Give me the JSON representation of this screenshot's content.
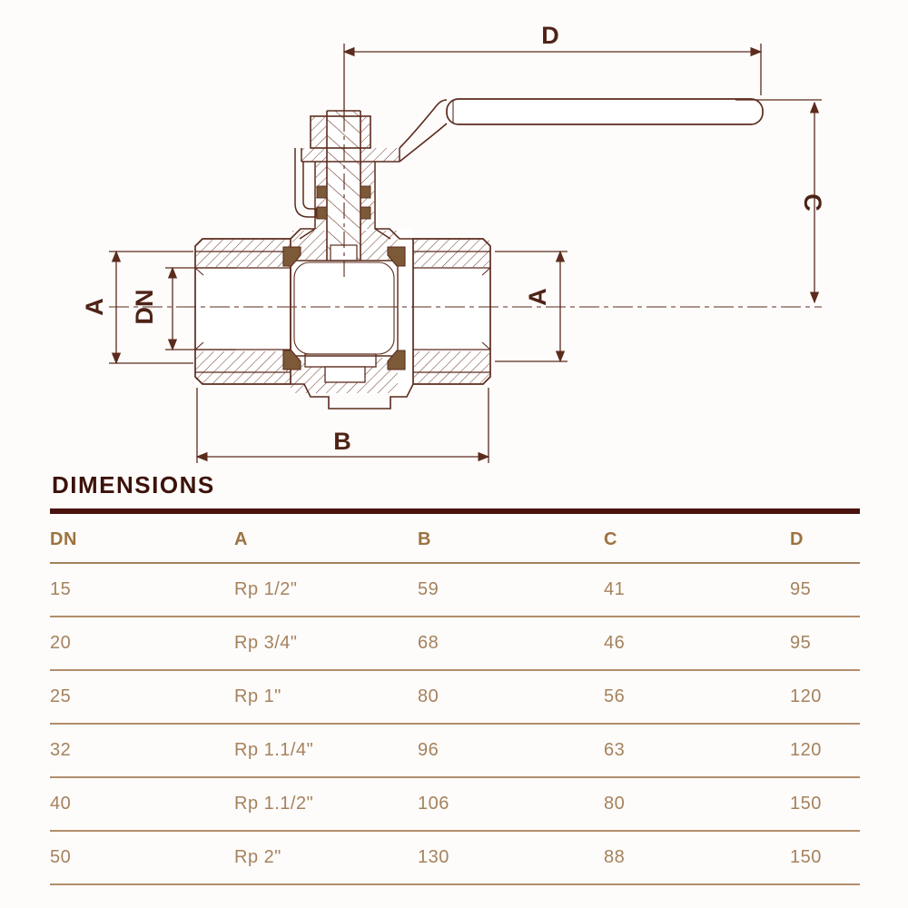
{
  "diagram": {
    "name": "ball-valve-section-drawing",
    "labels": {
      "d": "D",
      "c": "C",
      "a_left": "A",
      "dn": "DN",
      "a_right": "A",
      "b": "B"
    },
    "colors": {
      "line": "#5b2b1d",
      "label": "#4e2316",
      "seat_fill": "#7c5a38"
    }
  },
  "table": {
    "title": "DIMENSIONS",
    "columns": [
      "DN",
      "A",
      "B",
      "C",
      "D"
    ],
    "rows": [
      [
        "15",
        "Rp 1/2\"",
        "59",
        "41",
        "95"
      ],
      [
        "20",
        "Rp 3/4\"",
        "68",
        "46",
        "95"
      ],
      [
        "25",
        "Rp 1\"",
        "80",
        "56",
        "120"
      ],
      [
        "32",
        "Rp 1.1/4\"",
        "96",
        "63",
        "120"
      ],
      [
        "40",
        "Rp 1.1/2\"",
        "106",
        "80",
        "150"
      ],
      [
        "50",
        "Rp 2\"",
        "130",
        "88",
        "150"
      ]
    ],
    "colors": {
      "title": "#3d120b",
      "rule": "#4b130d",
      "header_text": "#9c7342",
      "cell_text": "#a5825e",
      "row_line": "#b18e6c"
    }
  }
}
